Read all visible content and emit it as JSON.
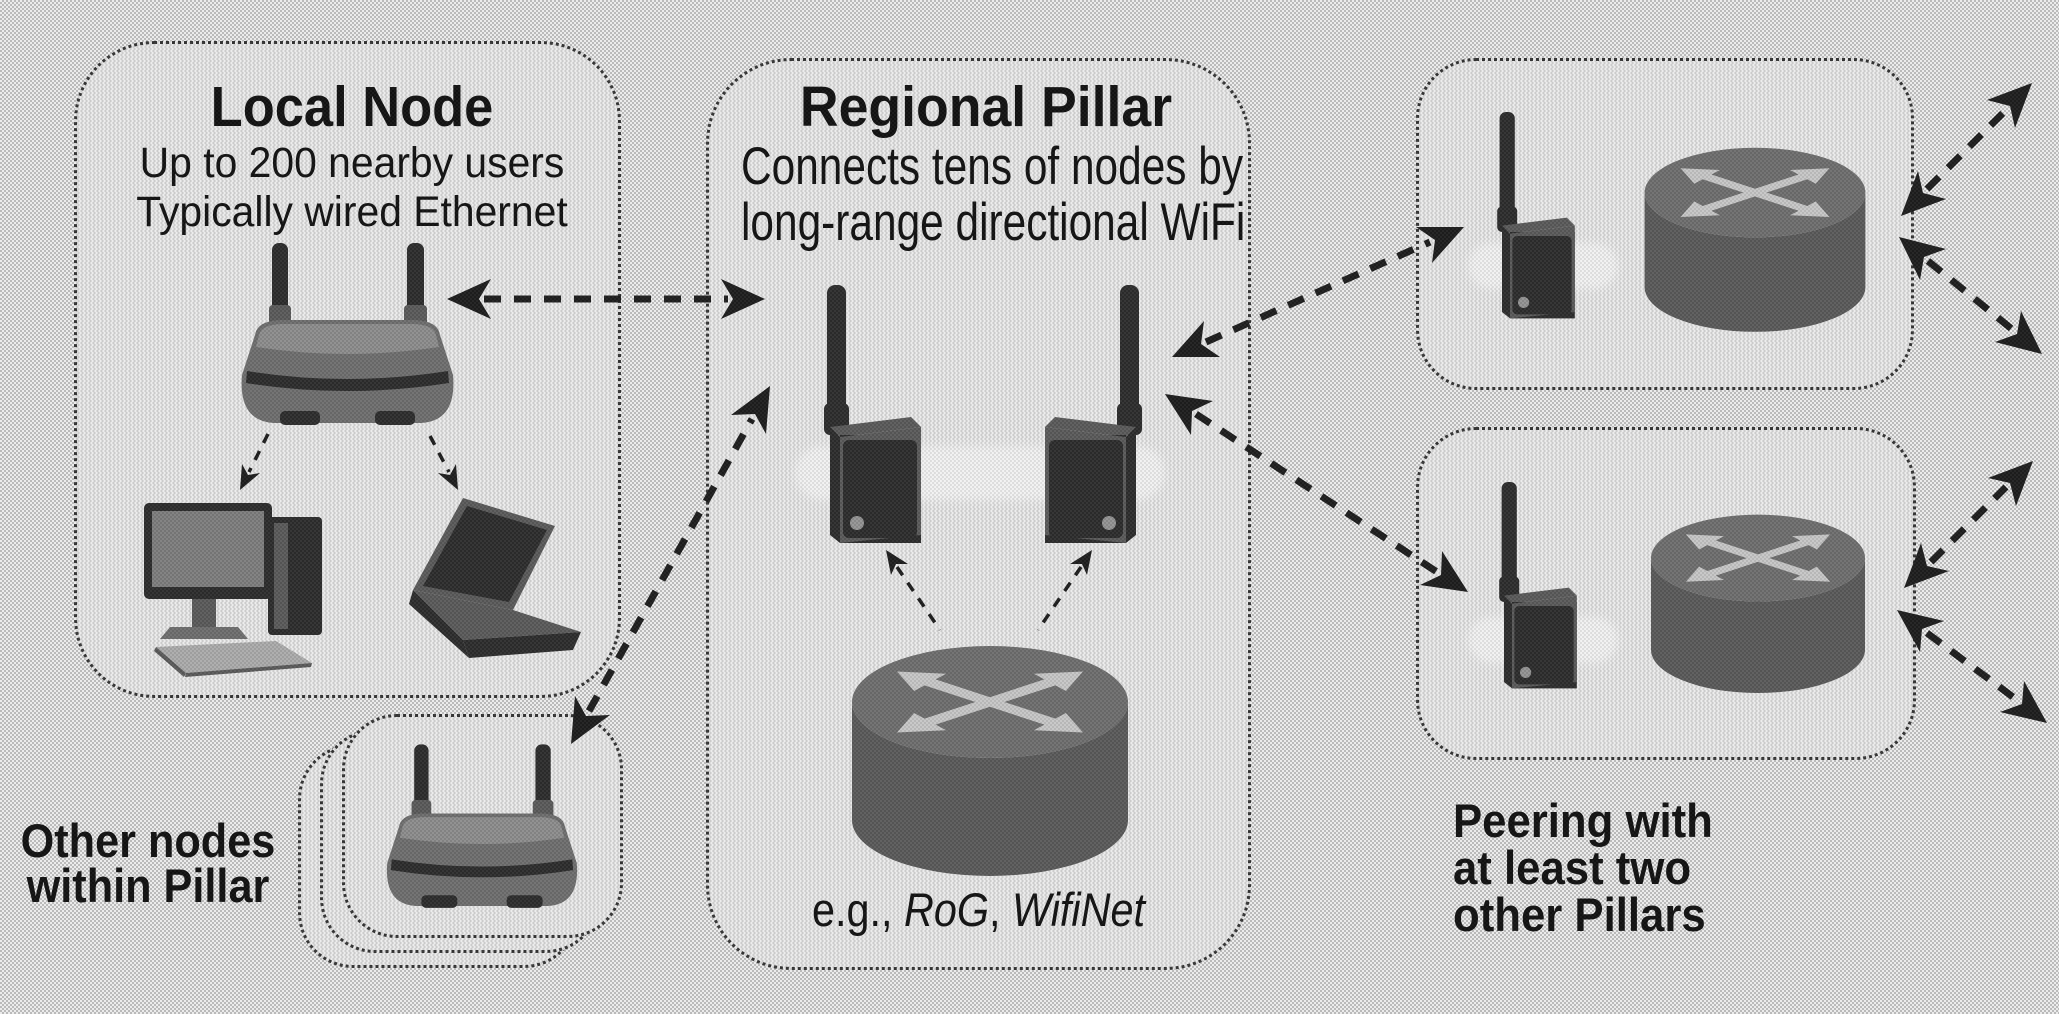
{
  "boxes": {
    "local_node": {
      "title": "Local Node",
      "subtitle_line1": "Up to 200 nearby users",
      "subtitle_line2": "Typically wired Ethernet"
    },
    "regional_pillar": {
      "title": "Regional Pillar",
      "subtitle_line1": "Connects tens of nodes by",
      "subtitle_line2": "long-range directional WiFi",
      "examples": {
        "prefix": "e.g., ",
        "item1": "RoG",
        "separator": ", ",
        "item2": "WifiNet"
      }
    },
    "other_nodes": {
      "label_line1": "Other nodes",
      "label_line2": "within Pillar"
    },
    "peering": {
      "label_line1": "Peering with",
      "label_line2": "at least two",
      "label_line3": "other Pillars"
    }
  },
  "icons": {
    "local_node_device": "wireless-router-icon",
    "local_node_clients": [
      "desktop-computer-icon",
      "laptop-icon"
    ],
    "other_nodes_device": "wireless-router-icon",
    "regional_pillar_devices": [
      "antenna-radio-icon",
      "antenna-radio-icon",
      "cisco-router-icon"
    ],
    "peer_pillar_devices": [
      "antenna-radio-icon",
      "cisco-router-icon"
    ]
  },
  "colors": {
    "background_a": "#c9c9c9",
    "background_b": "#ebebeb",
    "box_stripe_a": "#dcdcdc",
    "box_stripe_b": "#ececec",
    "box_border": "#333333",
    "text": "#101010",
    "arrow": "#1c1c1c",
    "device_dark": "#2c2c2c",
    "device_mid": "#5a5a5a",
    "device_body": "#6e6e6e",
    "device_light": "#939393",
    "screen": "#7d7d7d",
    "keyboard": "#ababab",
    "router_top": "#c6c6c6",
    "beam": "#f4f4f4"
  }
}
